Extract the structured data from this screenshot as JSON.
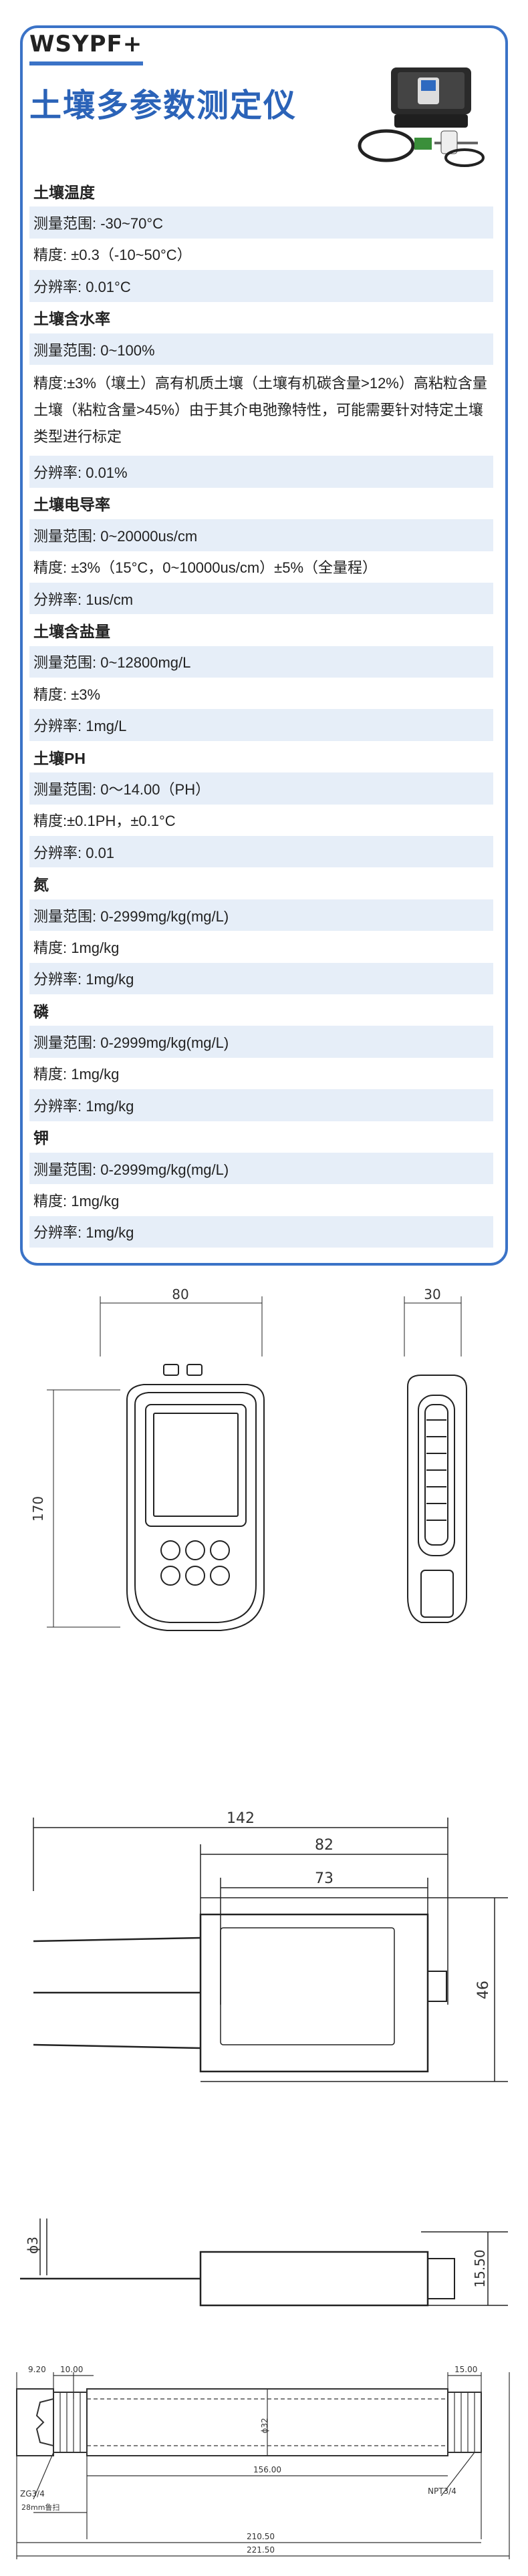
{
  "header": {
    "brand": "WSYPF+",
    "title": "土壤多参数测定仪"
  },
  "specs": [
    {
      "text": "土壤温度",
      "kind": "hdr",
      "bg": false
    },
    {
      "text": "测量范围: -30~70°C",
      "kind": "item",
      "bg": true
    },
    {
      "text": "精度: ±0.3（-10~50°C）",
      "kind": "item",
      "bg": false
    },
    {
      "text": "分辨率:  0.01°C",
      "kind": "item",
      "bg": true
    },
    {
      "text": "土壤含水率",
      "kind": "hdr",
      "bg": false
    },
    {
      "text": "测量范围:   0~100%",
      "kind": "item",
      "bg": true
    },
    {
      "text": "精度:±3%（壤土）高有机质土壤（土壤有机碳含量>12%）高粘粒含量土壤（粘粒含量>45%）由于其介电弛豫特性，可能需要针对特定土壤类型进行标定",
      "kind": "wrap",
      "bg": false
    },
    {
      "text": "分辨率: 0.01%",
      "kind": "item",
      "bg": true
    },
    {
      "text": "土壤电导率",
      "kind": "hdr",
      "bg": false
    },
    {
      "text": "测量范围:   0~20000us/cm",
      "kind": "item",
      "bg": true
    },
    {
      "text": "精度: ±3%（15°C，0~10000us/cm）±5%（全量程）",
      "kind": "item",
      "bg": false
    },
    {
      "text": "分辨率:   1us/cm",
      "kind": "item",
      "bg": true
    },
    {
      "text": "土壤含盐量",
      "kind": "hdr",
      "bg": false
    },
    {
      "text": "测量范围: 0~12800mg/L",
      "kind": "item",
      "bg": true
    },
    {
      "text": "精度: ±3%",
      "kind": "item",
      "bg": false
    },
    {
      "text": "分辨率:   1mg/L",
      "kind": "item",
      "bg": true
    },
    {
      "text": "土壤PH",
      "kind": "hdr",
      "bg": false
    },
    {
      "text": "测量范围: 0～14.00（PH）",
      "kind": "item",
      "bg": true
    },
    {
      "text": "精度:±0.1PH，±0.1°C",
      "kind": "item",
      "bg": false
    },
    {
      "text": "分辨率:   0.01",
      "kind": "item",
      "bg": true
    },
    {
      "text": "氮",
      "kind": "hdr",
      "bg": false
    },
    {
      "text": "测量范围: 0-2999mg/kg(mg/L)",
      "kind": "item",
      "bg": true
    },
    {
      "text": "精度: 1mg/kg",
      "kind": "item",
      "bg": false
    },
    {
      "text": "分辨率:  1mg/kg",
      "kind": "item",
      "bg": true
    },
    {
      "text": "磷",
      "kind": "hdr",
      "bg": false
    },
    {
      "text": "测量范围: 0-2999mg/kg(mg/L)",
      "kind": "item",
      "bg": true
    },
    {
      "text": "精度: 1mg/kg",
      "kind": "item",
      "bg": false
    },
    {
      "text": "分辨率:  1mg/kg",
      "kind": "item",
      "bg": true
    },
    {
      "text": "钾",
      "kind": "hdr",
      "bg": false
    },
    {
      "text": "测量范围: 0-2999mg/kg(mg/L)",
      "kind": "item",
      "bg": true
    },
    {
      "text": "精度: 1mg/kg",
      "kind": "item",
      "bg": false
    },
    {
      "text": "分辨率:  1mg/kg",
      "kind": "item",
      "bg": true
    }
  ],
  "drawings": {
    "device_front": {
      "width": "80",
      "height": "170"
    },
    "device_side": {
      "depth": "30"
    },
    "probe_top": {
      "total": "142",
      "body": "82",
      "inner": "73",
      "height": "46"
    },
    "probe_side": {
      "diameter": "ϕ3",
      "height": "15.50"
    },
    "sensor": {
      "d1": "9.20",
      "d2": "10.00",
      "d3": "15.00",
      "diameter": "ϕ32",
      "length": "156.00",
      "thread_left": "ZG3/4",
      "thread_right": "NPT3/4",
      "d4": "28mm鲁扫",
      "total1": "210.50",
      "total2": "221.50"
    }
  },
  "colors": {
    "accent": "#3b73c7",
    "stripe": "#e6eef8"
  }
}
